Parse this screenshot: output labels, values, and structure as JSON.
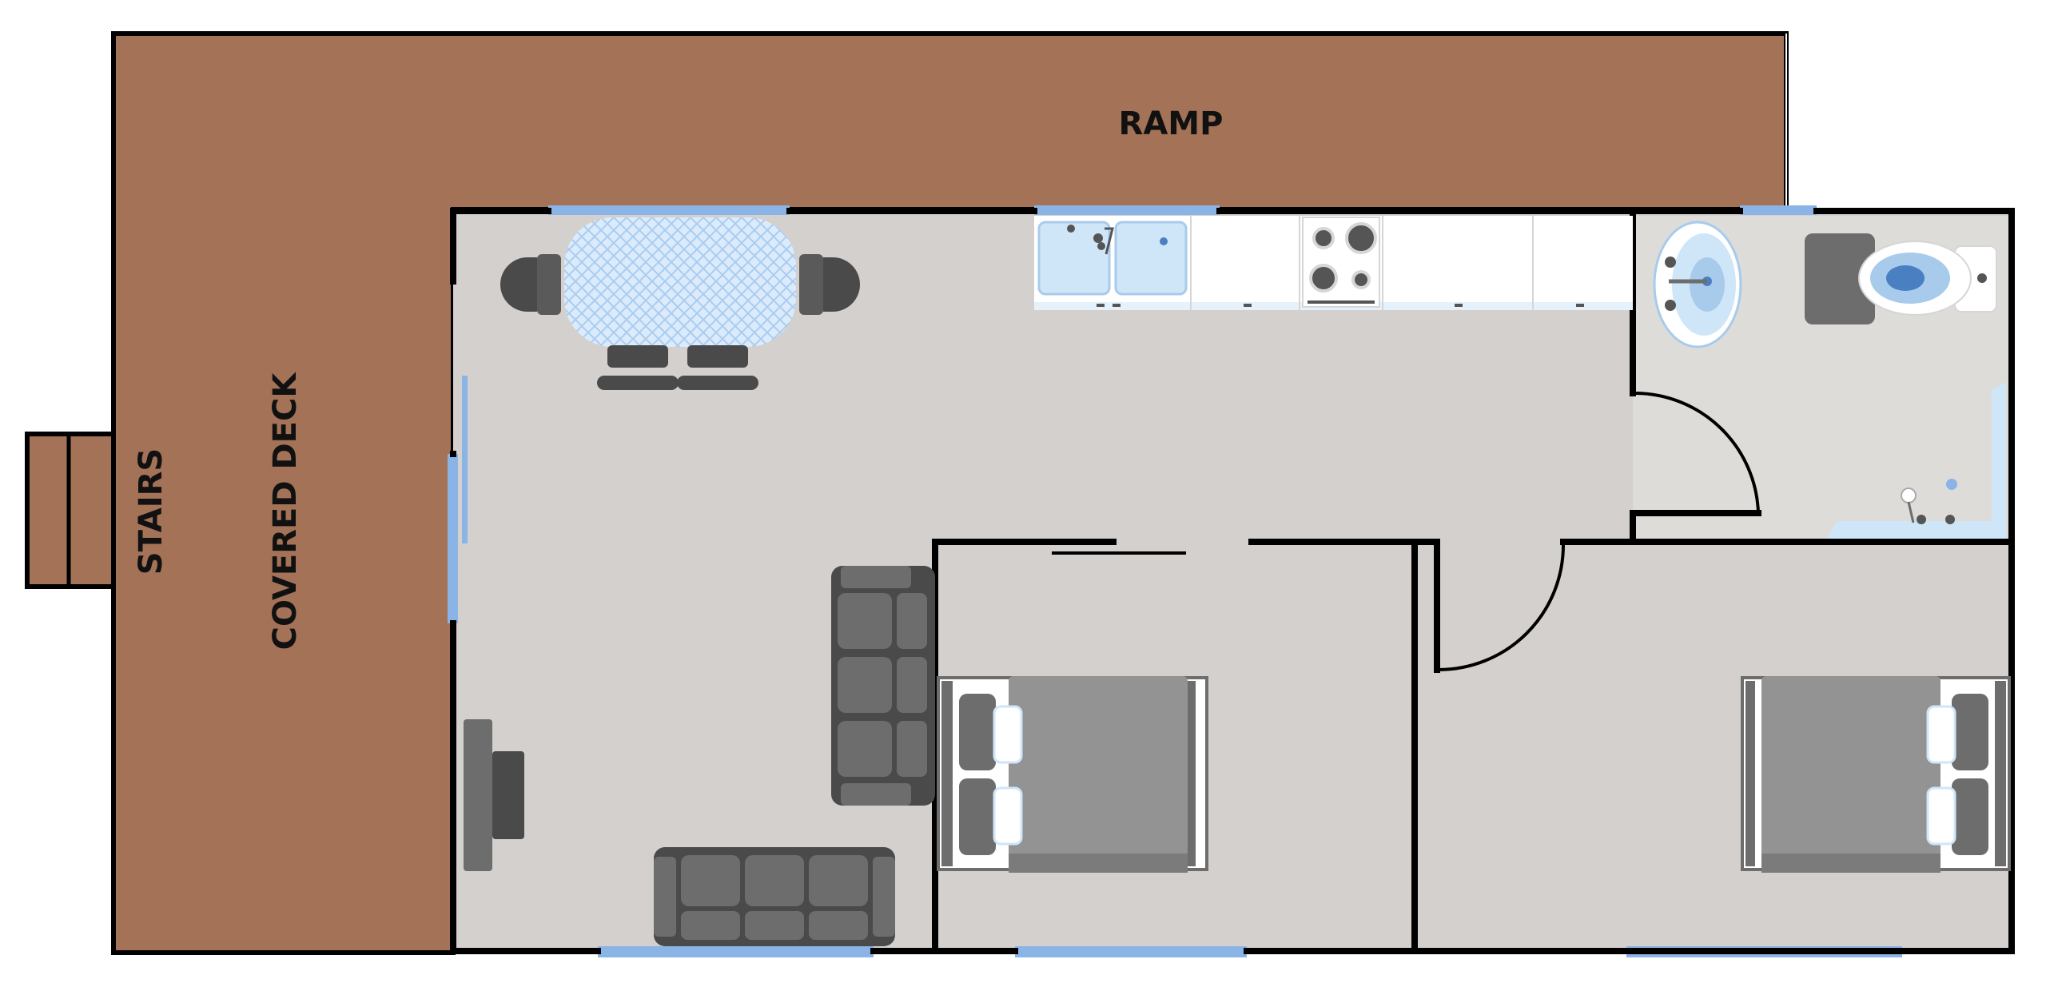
{
  "labels": {
    "ramp": "RAMP",
    "covered_deck": "COVERED DECK",
    "stairs": "STAIRS"
  },
  "colors": {
    "deck": "#a37257",
    "floor": "#d3d0cd",
    "wall": "#000000",
    "window": "#8ab4e6",
    "furniture": "#4a4a4a",
    "bed_sheet": "#939393",
    "fixture_blue": "#cfe6f8",
    "counter": "#ffffff"
  },
  "icons": [
    "dining-table-icon",
    "kitchen-sink-icon",
    "stove-icon",
    "bathroom-sink-icon",
    "toilet-icon",
    "shower-icon",
    "sofa-icon",
    "tv-icon",
    "bed-icon"
  ]
}
